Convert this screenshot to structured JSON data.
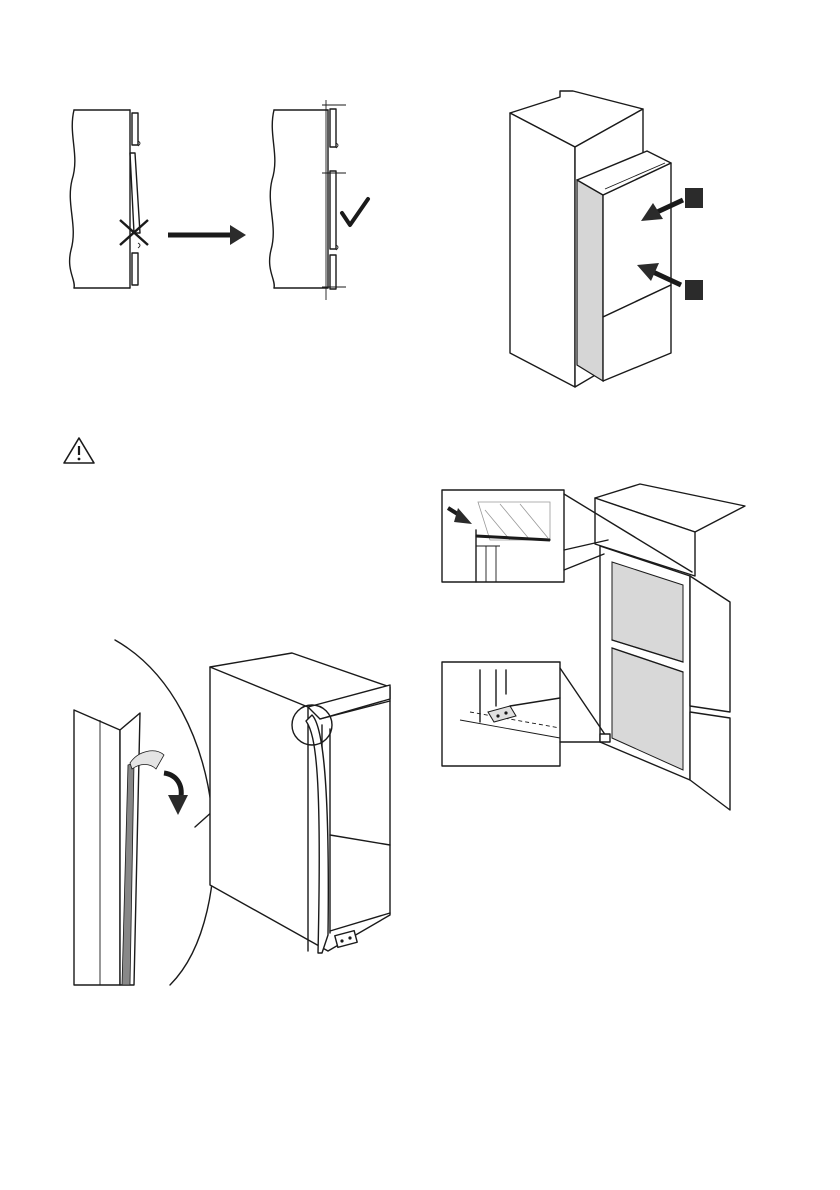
{
  "page": {
    "background_color": "#ffffff",
    "line_color": "#1a1a1a",
    "shade_color": "#d6d6d6"
  },
  "figures": [
    {
      "id": "seal-alignment-figure",
      "icons": [
        "cross-icon",
        "arrow-right-icon",
        "checkmark-icon"
      ]
    },
    {
      "id": "appliance-push-figure",
      "icons": [
        "push-arrow-icon",
        "push-arrow-icon"
      ]
    },
    {
      "id": "warning-symbol",
      "icons": [
        "warning-triangle-icon"
      ]
    },
    {
      "id": "seal-strip-figure",
      "icons": [
        "curved-arrow-icon"
      ]
    },
    {
      "id": "door-gasket-figure",
      "icons": [
        "pointer-arrow-icon"
      ]
    }
  ]
}
